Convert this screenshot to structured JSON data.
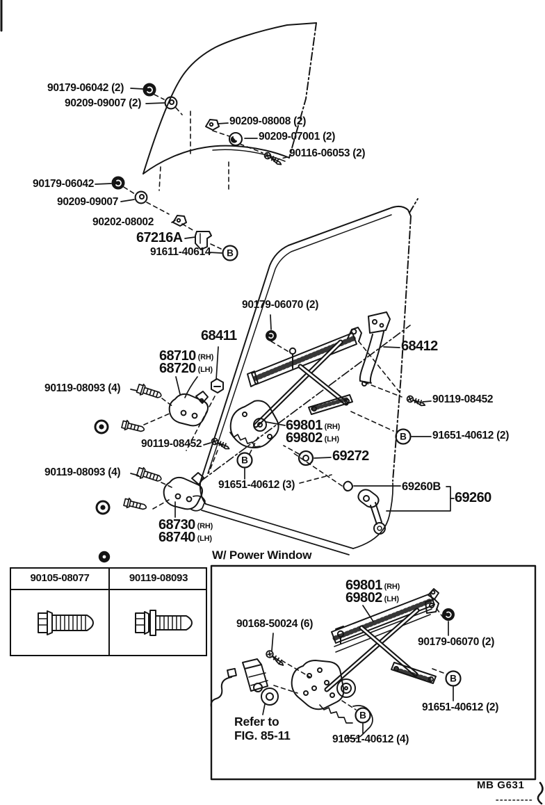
{
  "diagram": {
    "power_window_section_title": "W/ Power Window",
    "reference_note": {
      "line1": "Refer to",
      "line2": "FIG. 85-11"
    },
    "page_code": "MB  G631",
    "circled_marker": "B",
    "fastener_table": {
      "columns": [
        "90105-08077",
        "90119-08093"
      ]
    },
    "part_labels": {
      "l01": "90179-06042 (2)",
      "l02": "90209-09007 (2)",
      "l03": "90209-08008 (2)",
      "l04": "90209-07001 (2)",
      "l05": "90116-06053 (2)",
      "l06": "90179-06042",
      "l07": "90209-09007",
      "l08": "90202-08002",
      "l09": "67216A",
      "l10": "91611-40614",
      "l11": "90179-06070 (2)",
      "l12": "68411",
      "l13": "68412",
      "l14_num": "68710",
      "l14_side": "(RH)",
      "l15_num": "68720",
      "l15_side": "(LH)",
      "l16": "90119-08093 (4)",
      "l17": "90119-08452",
      "l18_num": "69801",
      "l18_side": "(RH)",
      "l19_num": "69802",
      "l19_side": "(LH)",
      "l20": "91651-40612 (2)",
      "l21": "90119-08452",
      "l22": "69272",
      "l23": "90119-08093 (4)",
      "l24": "91651-40612 (3)",
      "l25": "69260B",
      "l26": "69260",
      "l27_num": "68730",
      "l27_side": "(RH)",
      "l28_num": "68740",
      "l28_side": "(LH)",
      "l29_num": "69801",
      "l29_side": "(RH)",
      "l30_num": "69802",
      "l30_side": "(LH)",
      "l31": "90168-50024 (6)",
      "l32": "90179-06070 (2)",
      "l33": "91651-40612 (2)",
      "l34": "91651-40612 (4)"
    }
  }
}
